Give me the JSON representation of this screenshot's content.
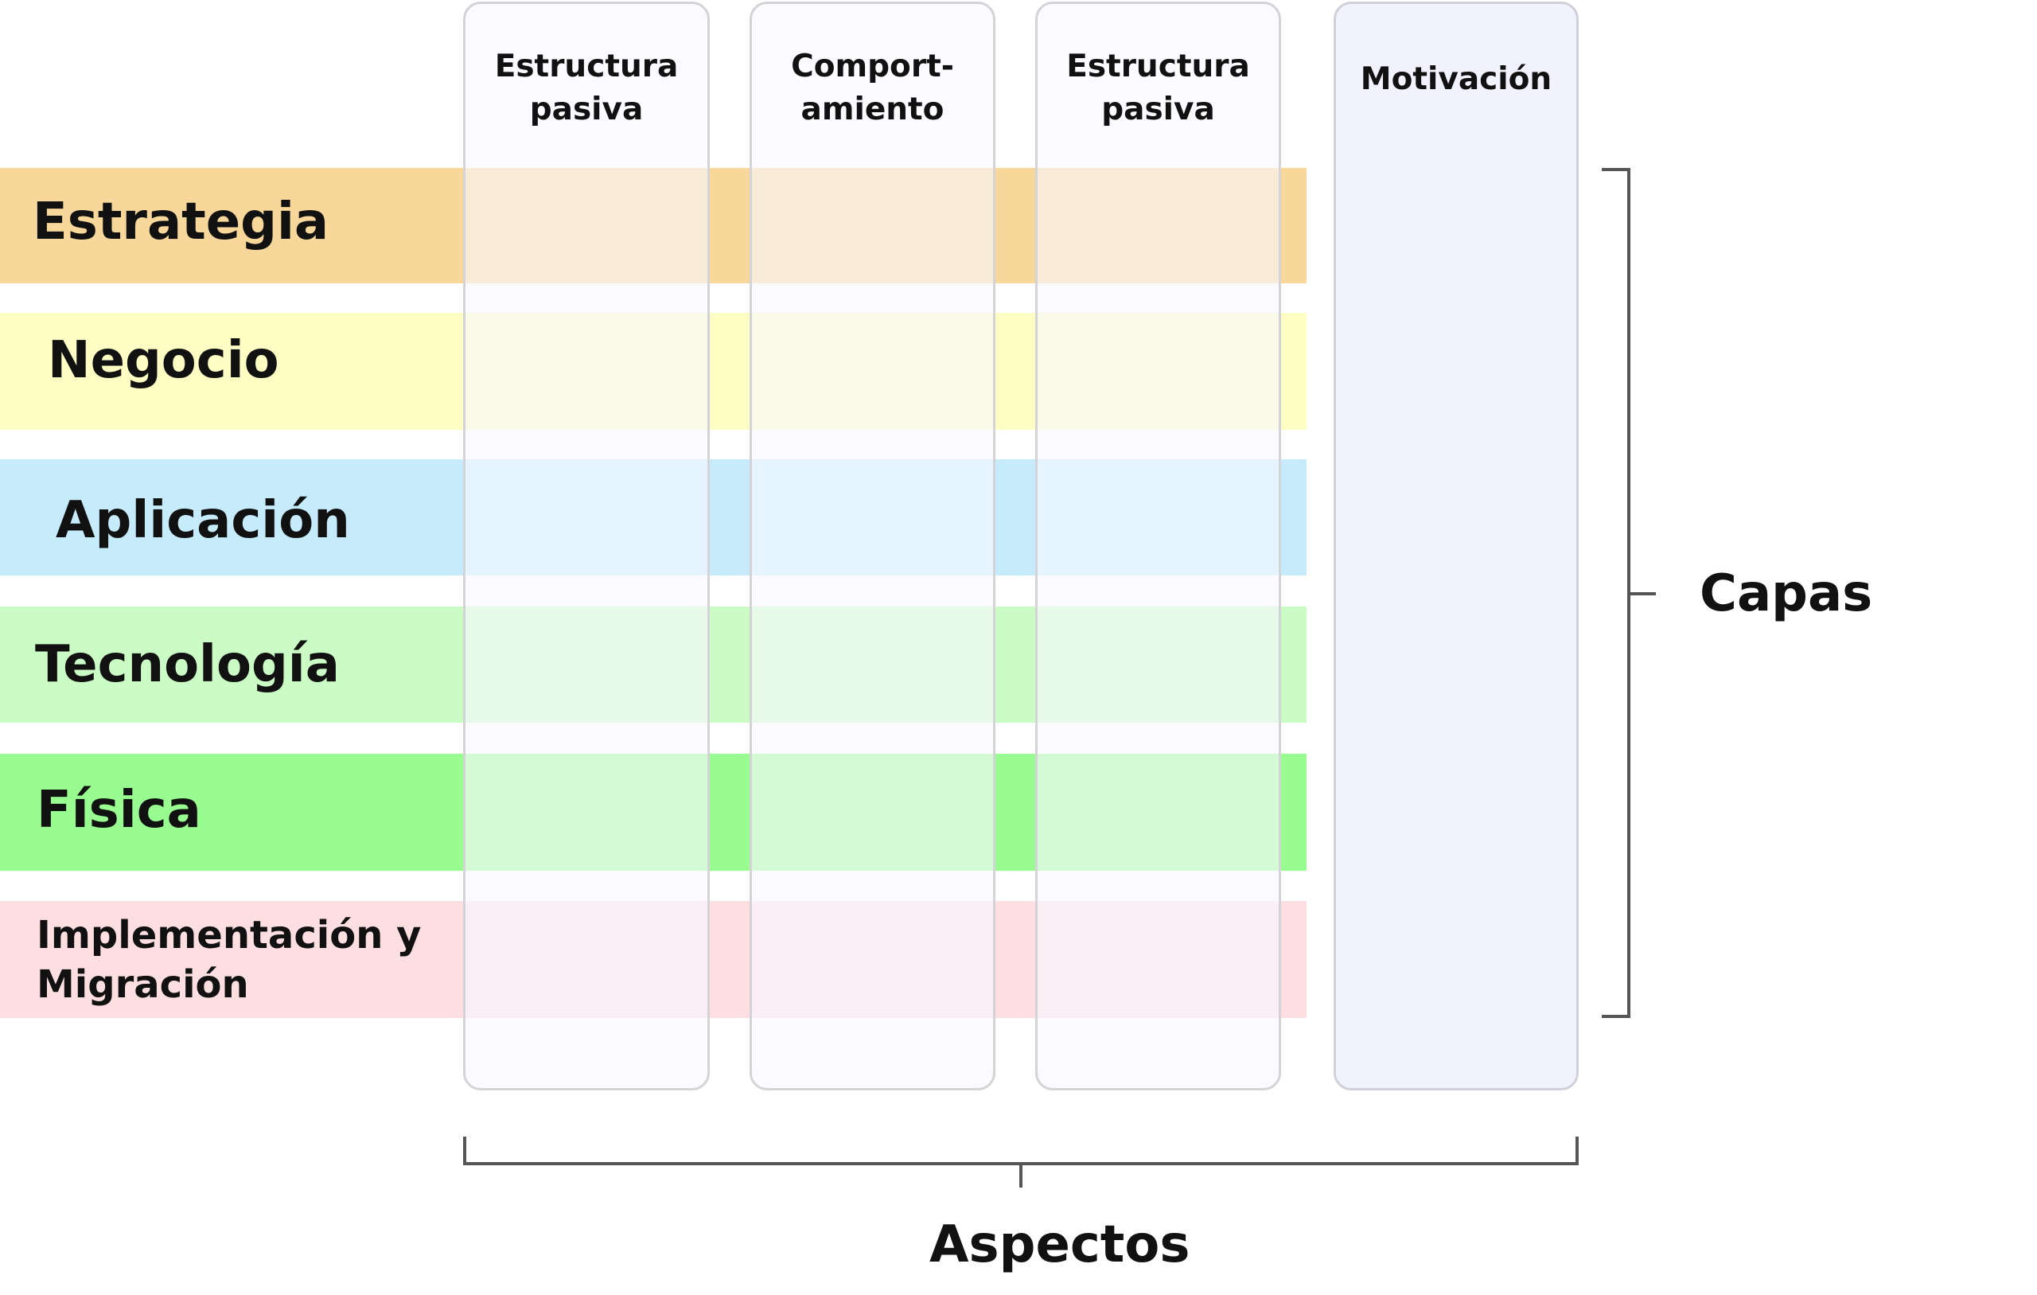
{
  "layers": [
    {
      "label": "Estrategia",
      "color": "#f8d79b"
    },
    {
      "label": "Negocio",
      "color": "#fdfdc4"
    },
    {
      "label": "Aplicación",
      "color": "#c6ecfc"
    },
    {
      "label": "Tecnología",
      "color": "#cbfcc6"
    },
    {
      "label": "Física",
      "color": "#98fc90"
    },
    {
      "label": "Implementación y\nMigración",
      "color": "#fddfe2"
    }
  ],
  "aspects": [
    {
      "label": "Estructura\npasiva"
    },
    {
      "label": "Comport-\namiento"
    },
    {
      "label": "Estructura\npasiva"
    },
    {
      "label": "Motivación"
    }
  ],
  "groups": {
    "layers_label": "Capas",
    "aspects_label": "Aspectos"
  }
}
